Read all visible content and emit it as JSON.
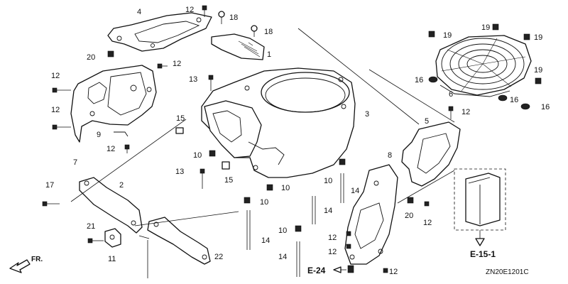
{
  "callouts": [
    {
      "id": "c4a",
      "text": "4"
    },
    {
      "id": "c12a",
      "text": "12"
    },
    {
      "id": "c18a",
      "text": "18"
    },
    {
      "id": "c18b",
      "text": "18"
    },
    {
      "id": "c1",
      "text": "1"
    },
    {
      "id": "c20a",
      "text": "20"
    },
    {
      "id": "c12b",
      "text": "12"
    },
    {
      "id": "c12c",
      "text": "12"
    },
    {
      "id": "c13a",
      "text": "13"
    },
    {
      "id": "c12d",
      "text": "12"
    },
    {
      "id": "c15a",
      "text": "15"
    },
    {
      "id": "c3",
      "text": "3"
    },
    {
      "id": "c9",
      "text": "9"
    },
    {
      "id": "c12e",
      "text": "12"
    },
    {
      "id": "c7",
      "text": "7"
    },
    {
      "id": "c10a",
      "text": "10"
    },
    {
      "id": "c13b",
      "text": "13"
    },
    {
      "id": "c15b",
      "text": "15"
    },
    {
      "id": "c17",
      "text": "17"
    },
    {
      "id": "c2",
      "text": "2"
    },
    {
      "id": "c10b",
      "text": "10"
    },
    {
      "id": "c10c",
      "text": "10"
    },
    {
      "id": "c21",
      "text": "21"
    },
    {
      "id": "c11",
      "text": "11"
    },
    {
      "id": "c14a",
      "text": "14"
    },
    {
      "id": "c22",
      "text": "22"
    },
    {
      "id": "c10d",
      "text": "10"
    },
    {
      "id": "c14b",
      "text": "14"
    },
    {
      "id": "c10e",
      "text": "10"
    },
    {
      "id": "c14c",
      "text": "14"
    },
    {
      "id": "c14d",
      "text": "14"
    },
    {
      "id": "c8",
      "text": "8"
    },
    {
      "id": "c12f",
      "text": "12"
    },
    {
      "id": "c12g",
      "text": "12"
    },
    {
      "id": "c12h",
      "text": "12"
    },
    {
      "id": "c5",
      "text": "5"
    },
    {
      "id": "c12i",
      "text": "12"
    },
    {
      "id": "c20b",
      "text": "20"
    },
    {
      "id": "c12j",
      "text": "12"
    },
    {
      "id": "c19a",
      "text": "19"
    },
    {
      "id": "c19b",
      "text": "19"
    },
    {
      "id": "c19c",
      "text": "19"
    },
    {
      "id": "c19d",
      "text": "19"
    },
    {
      "id": "c16a",
      "text": "16"
    },
    {
      "id": "c6",
      "text": "6"
    },
    {
      "id": "c16b",
      "text": "16"
    },
    {
      "id": "c16c",
      "text": "16"
    }
  ],
  "references": {
    "e24": "E-24",
    "e151": "E-15-1"
  },
  "direction_label": "FR.",
  "diagram_code": "ZN20E1201C"
}
